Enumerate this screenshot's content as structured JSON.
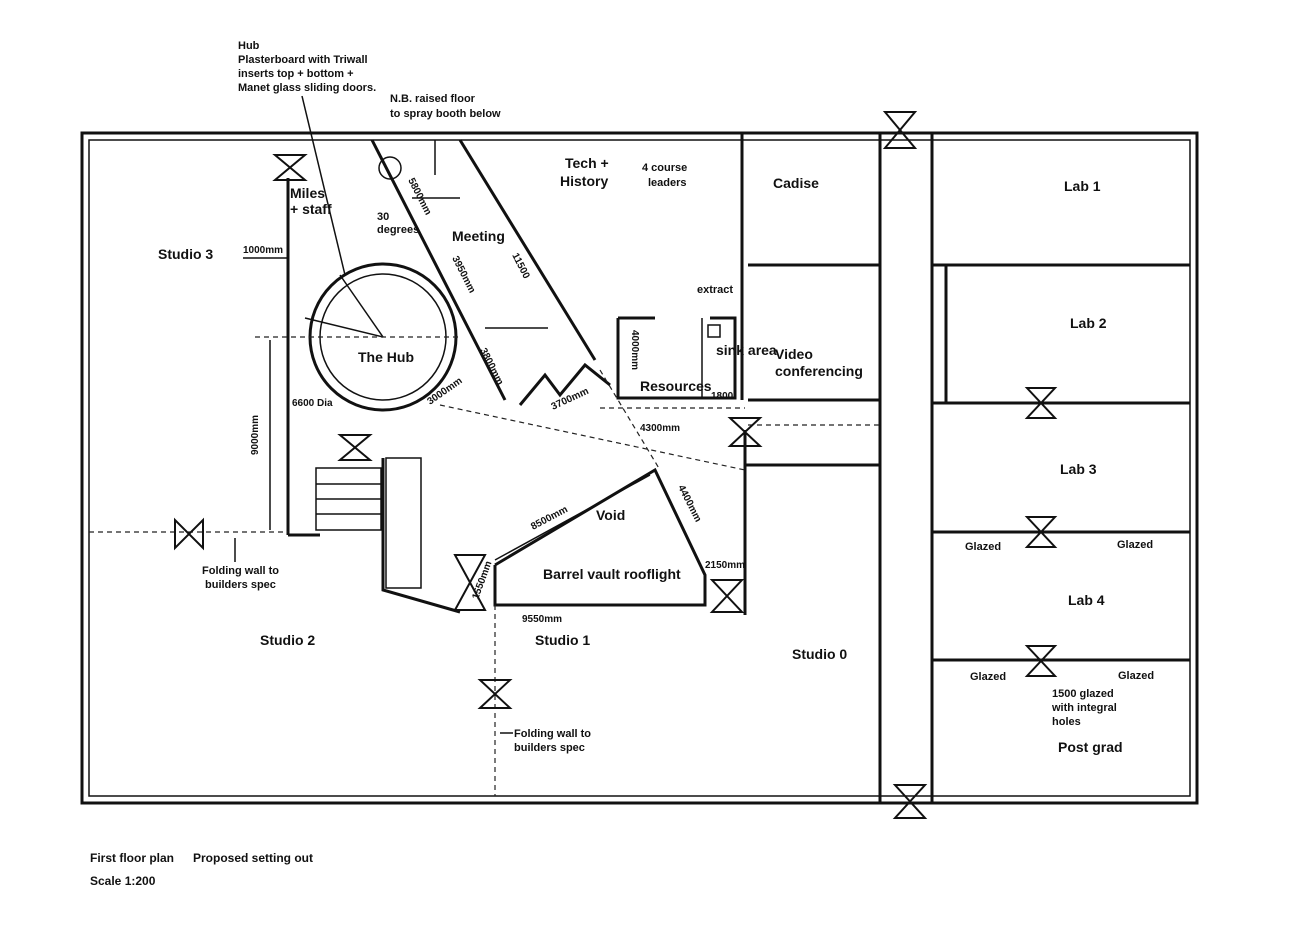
{
  "rooms": {
    "studio3": "Studio 3",
    "studio2": "Studio 2",
    "studio1": "Studio 1",
    "studio0": "Studio 0",
    "the_hub": "The Hub",
    "miles_staff_1": "Miles",
    "miles_staff_2": "+ staff",
    "meeting": "Meeting",
    "tech_history_1": "Tech +",
    "tech_history_2": "History",
    "course_leaders_1": "4 course",
    "course_leaders_2": "leaders",
    "cadise": "Cadise",
    "video_conf_1": "Video",
    "video_conf_2": "conferencing",
    "resources": "Resources",
    "sink_area": "sink area",
    "extract": "extract",
    "void": "Void",
    "barrel_vault": "Barrel vault rooflight",
    "lab1": "Lab 1",
    "lab2": "Lab 2",
    "lab3": "Lab 3",
    "lab4": "Lab 4",
    "post_grad": "Post grad"
  },
  "notes": {
    "hub_1": "Hub",
    "hub_2": "Plasterboard with Triwall",
    "hub_3": "inserts top + bottom +",
    "hub_4": "Manet glass sliding doors.",
    "raised_1": "N.B. raised floor",
    "raised_2": "to spray booth below",
    "angle_1": "30",
    "angle_2": "degrees",
    "folding_left_1": "Folding wall to",
    "folding_left_2": "builders spec",
    "folding_bottom_1": "Folding wall to",
    "folding_bottom_2": "builders spec",
    "glazed_a": "Glazed",
    "glazed_b": "Glazed",
    "glazed_c": "Glazed",
    "glazed_d": "Glazed",
    "integral_1": "1500 glazed",
    "integral_2": "with integral",
    "integral_3": "holes"
  },
  "dimensions": {
    "d1000": "1000mm",
    "d5800": "5800mm",
    "d3950": "3950mm",
    "d11500": "11500",
    "d3800": "3800mm",
    "d3000": "3000mm",
    "d3700": "3700mm",
    "d4000": "4000mm",
    "d4300": "4300mm",
    "d1800": "1800",
    "d6600": "6600 Dia",
    "d9000": "9000mm",
    "d8500": "8500mm",
    "d4400": "4400mm",
    "d2150": "2150mm",
    "d1550": "1550mm",
    "d9550": "9550mm"
  },
  "footer": {
    "title": "First floor plan",
    "subtitle": "Proposed setting out",
    "scale": "Scale 1:200"
  }
}
